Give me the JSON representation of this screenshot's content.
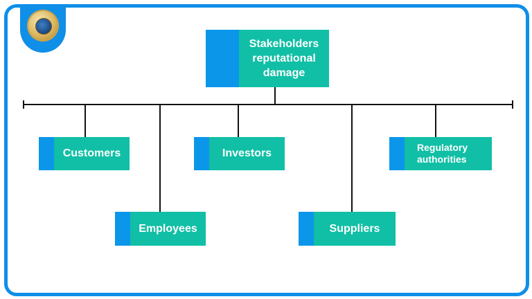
{
  "diagram": {
    "root": {
      "label": "Stakeholders reputational damage"
    },
    "children": [
      {
        "label": "Customers"
      },
      {
        "label": "Employees"
      },
      {
        "label": "Investors"
      },
      {
        "label": "Suppliers"
      },
      {
        "label": "Regulatory authorities"
      }
    ]
  },
  "colors": {
    "frame": "#0f8fe8",
    "node_fill": "#10bfa5",
    "node_accent": "#0b96ea",
    "connector": "#111111",
    "text": "#ffffff"
  },
  "icons": {
    "logo": "seal-logo-icon"
  }
}
